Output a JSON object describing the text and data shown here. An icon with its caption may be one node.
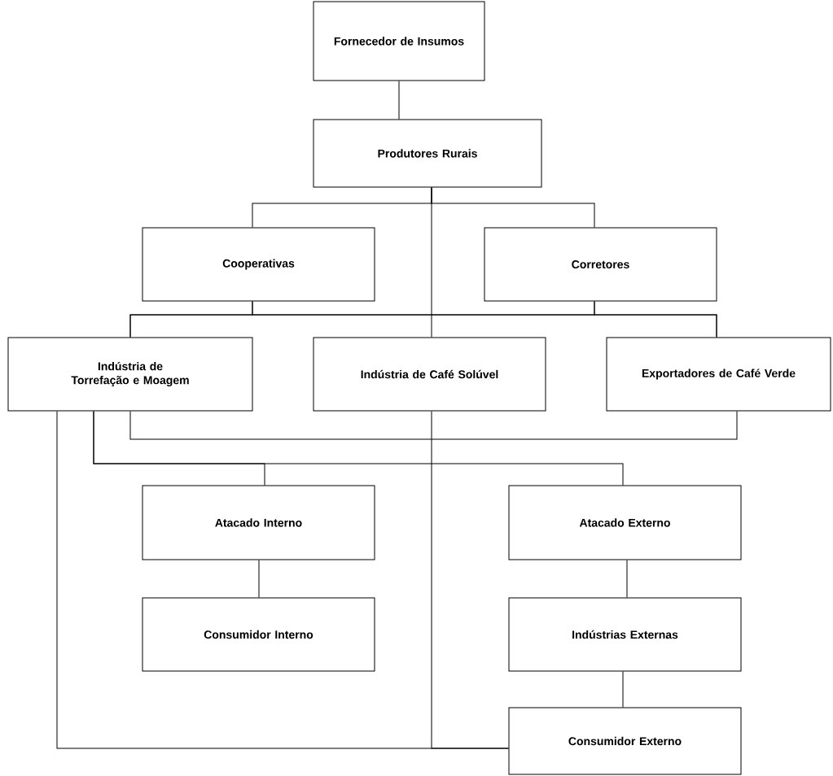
{
  "diagram": {
    "nodes": [
      {
        "text": [
          "Fornecedor de Insumos"
        ]
      },
      {
        "text": [
          "Produtores Rurais"
        ]
      },
      {
        "text": [
          "Cooperativas"
        ]
      },
      {
        "text": [
          "Corretores"
        ]
      },
      {
        "text": [
          "Indústria de Torrefação e Moagem"
        ]
      },
      {
        "text": [
          "Indústria de Café Solúvel"
        ]
      },
      {
        "text": [
          "Exportadores de Café Verde"
        ]
      },
      {
        "text": [
          "Atacado Interno"
        ]
      },
      {
        "text": [
          "Atacado Externo"
        ]
      },
      {
        "text": [
          "Consumidor Interno"
        ]
      },
      {
        "text": [
          "Indústrias Externas"
        ]
      },
      {
        "text": [
          "Consumidor Externo"
        ]
      }
    ],
    "edges": [
      {
        "from": 0,
        "to": 1,
        "arrow": "none"
      },
      {
        "from": 1,
        "to": 2,
        "arrow": "none"
      },
      {
        "from": 1,
        "to": 3,
        "arrow": "none"
      },
      {
        "from": 1,
        "to": 5,
        "arrow": "none"
      },
      {
        "from": 2,
        "to": 4,
        "arrow": "none"
      },
      {
        "from": 2,
        "to": 6,
        "arrow": "none"
      },
      {
        "from": 3,
        "to": 4,
        "arrow": "none"
      },
      {
        "from": 3,
        "to": 6,
        "arrow": "none"
      },
      {
        "from": 4,
        "to": 6,
        "arrow": "none"
      },
      {
        "from": 4,
        "to": 7,
        "arrow": "none"
      },
      {
        "from": 4,
        "to": 8,
        "arrow": "none"
      },
      {
        "from": 4,
        "to": 11,
        "arrow": "none"
      },
      {
        "from": 5,
        "to": 11,
        "arrow": "none"
      },
      {
        "from": 7,
        "to": 9,
        "arrow": "none"
      },
      {
        "from": 8,
        "to": 10,
        "arrow": "none"
      },
      {
        "from": 10,
        "to": 11,
        "arrow": "none"
      }
    ]
  }
}
